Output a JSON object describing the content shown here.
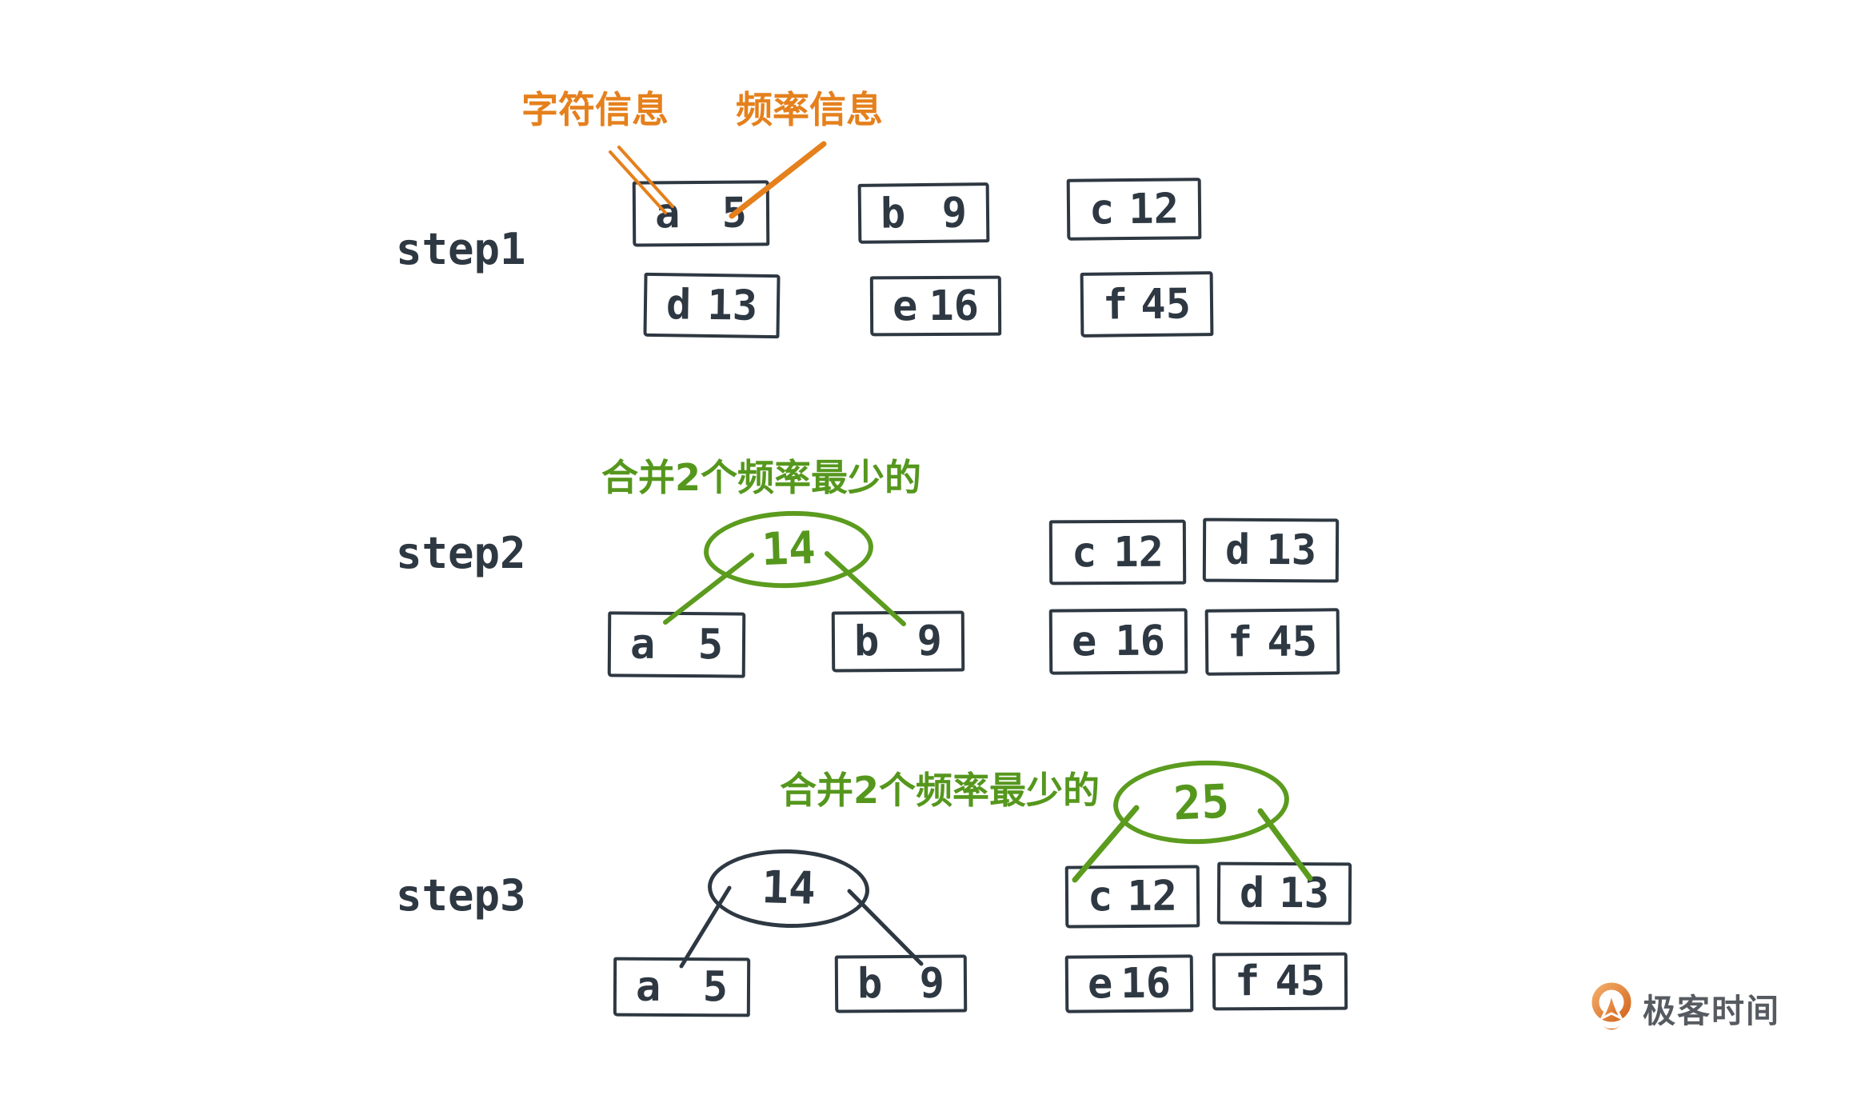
{
  "colors": {
    "ink": "#2E3842",
    "orange": "#E5801C",
    "green": "#55971D",
    "logo_orange": "#D4671E",
    "logo_text": "#565A61",
    "background": "#FFFFFF"
  },
  "annotations": {
    "char_info": "字符信息",
    "freq_info": "频率信息"
  },
  "step1": {
    "label": "step1",
    "nodes": [
      {
        "char": "a",
        "freq": "5"
      },
      {
        "char": "b",
        "freq": "9"
      },
      {
        "char": "c",
        "freq": "12"
      },
      {
        "char": "d",
        "freq": "13"
      },
      {
        "char": "e",
        "freq": "16"
      },
      {
        "char": "f",
        "freq": "45"
      }
    ]
  },
  "step2": {
    "label": "step2",
    "caption": "合并2个频率最少的",
    "merged": {
      "value": "14",
      "left": {
        "char": "a",
        "freq": "5"
      },
      "right": {
        "char": "b",
        "freq": "9"
      }
    },
    "queue": [
      {
        "char": "c",
        "freq": "12"
      },
      {
        "char": "d",
        "freq": "13"
      },
      {
        "char": "e",
        "freq": "16"
      },
      {
        "char": "f",
        "freq": "45"
      }
    ]
  },
  "step3": {
    "label": "step3",
    "caption": "合并2个频率最少的",
    "subtree": {
      "value": "14",
      "left": {
        "char": "a",
        "freq": "5"
      },
      "right": {
        "char": "b",
        "freq": "9"
      }
    },
    "merged": {
      "value": "25",
      "left": {
        "char": "c",
        "freq": "12"
      },
      "right": {
        "char": "d",
        "freq": "13"
      }
    },
    "queue": [
      {
        "char": "e",
        "freq": "16"
      },
      {
        "char": "f",
        "freq": "45"
      }
    ]
  },
  "logo": {
    "text": "极客时间"
  }
}
